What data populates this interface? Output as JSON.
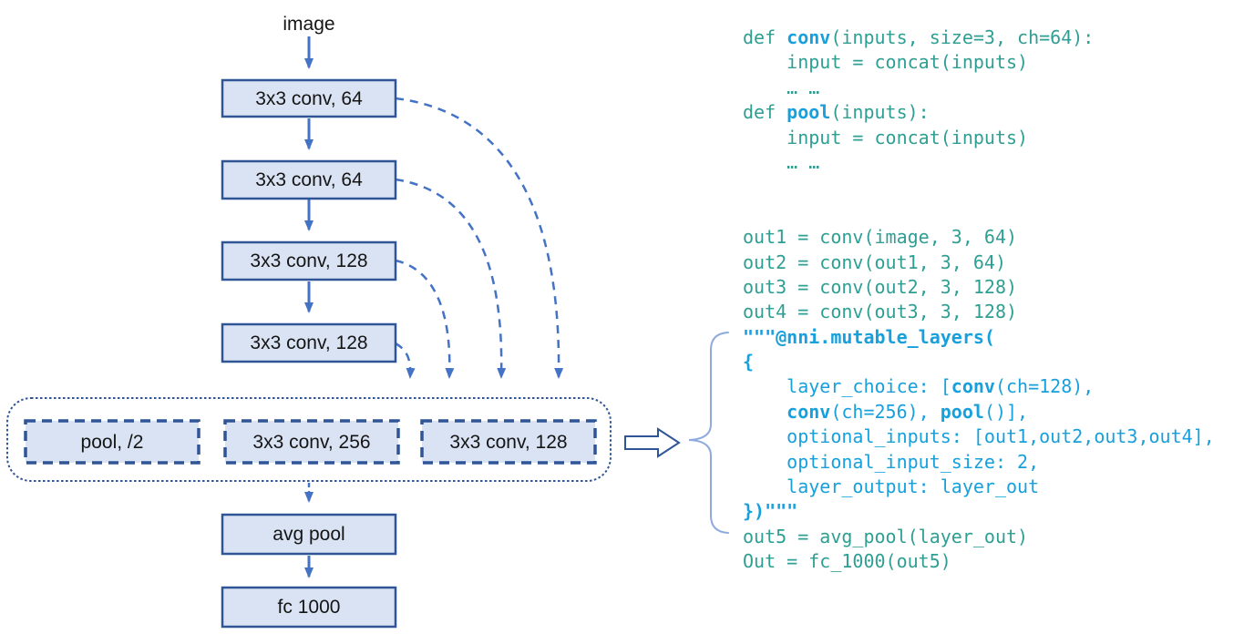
{
  "colors": {
    "box_fill": "#dae3f3",
    "box_border": "#2f5597",
    "arrow_blue": "#4472c4",
    "code_teal": "#2f9e93",
    "code_blue": "#18a0dc",
    "brace": "#8faadc"
  },
  "diagram": {
    "input_label": "image",
    "conv1": "3x3 conv, 64",
    "conv2": "3x3 conv, 64",
    "conv3": "3x3 conv, 128",
    "conv4": "3x3 conv, 128",
    "choice_pool": "pool, /2",
    "choice_conv256": "3x3 conv, 256",
    "choice_conv128": "3x3 conv, 128",
    "avg_pool": "avg pool",
    "fc": "fc 1000"
  },
  "code": {
    "lines": [
      {
        "segments": [
          {
            "t": "def ",
            "c": "teal"
          },
          {
            "t": "conv",
            "c": "blueb"
          },
          {
            "t": "(inputs, size=3, ch=64):",
            "c": "teal"
          }
        ]
      },
      {
        "segments": [
          {
            "t": "    input = concat(inputs)",
            "c": "teal"
          }
        ]
      },
      {
        "segments": [
          {
            "t": "    … …",
            "c": "teal"
          }
        ]
      },
      {
        "segments": [
          {
            "t": "def ",
            "c": "teal"
          },
          {
            "t": "pool",
            "c": "blueb"
          },
          {
            "t": "(inputs):",
            "c": "teal"
          }
        ]
      },
      {
        "segments": [
          {
            "t": "    input = concat(inputs)",
            "c": "teal"
          }
        ]
      },
      {
        "segments": [
          {
            "t": "    … …",
            "c": "teal"
          }
        ]
      },
      {
        "segments": []
      },
      {
        "segments": []
      },
      {
        "segments": [
          {
            "t": "out1 = conv(image, 3, 64)",
            "c": "teal"
          }
        ]
      },
      {
        "segments": [
          {
            "t": "out2 = conv(out1, 3, 64)",
            "c": "teal"
          }
        ]
      },
      {
        "segments": [
          {
            "t": "out3 = conv(out2, 3, 128)",
            "c": "teal"
          }
        ]
      },
      {
        "segments": [
          {
            "t": "out4 = conv(out3, 3, 128)",
            "c": "teal"
          }
        ]
      },
      {
        "segments": [
          {
            "t": "\"\"\"@nni.mutable_layers(",
            "c": "blueb"
          }
        ]
      },
      {
        "segments": [
          {
            "t": "{",
            "c": "blueb"
          }
        ]
      },
      {
        "segments": [
          {
            "t": "    layer_choice: [",
            "c": "blue"
          },
          {
            "t": "conv",
            "c": "blueb"
          },
          {
            "t": "(ch=128),",
            "c": "blue"
          }
        ]
      },
      {
        "segments": [
          {
            "t": "    ",
            "c": "blue"
          },
          {
            "t": "conv",
            "c": "blueb"
          },
          {
            "t": "(ch=256), ",
            "c": "blue"
          },
          {
            "t": "pool",
            "c": "blueb"
          },
          {
            "t": "()],",
            "c": "blue"
          }
        ]
      },
      {
        "segments": [
          {
            "t": "    optional_inputs: [out1,out2,out3,out4],",
            "c": "blue"
          }
        ]
      },
      {
        "segments": [
          {
            "t": "    optional_input_size: 2,",
            "c": "blue"
          }
        ]
      },
      {
        "segments": [
          {
            "t": "    layer_output: layer_out",
            "c": "blue"
          }
        ]
      },
      {
        "segments": [
          {
            "t": "})\"\"\"",
            "c": "blueb"
          }
        ]
      },
      {
        "segments": [
          {
            "t": "out5 = avg_pool(layer_out)",
            "c": "teal"
          }
        ]
      },
      {
        "segments": [
          {
            "t": "Out = fc_1000(out5)",
            "c": "teal"
          }
        ]
      }
    ]
  }
}
